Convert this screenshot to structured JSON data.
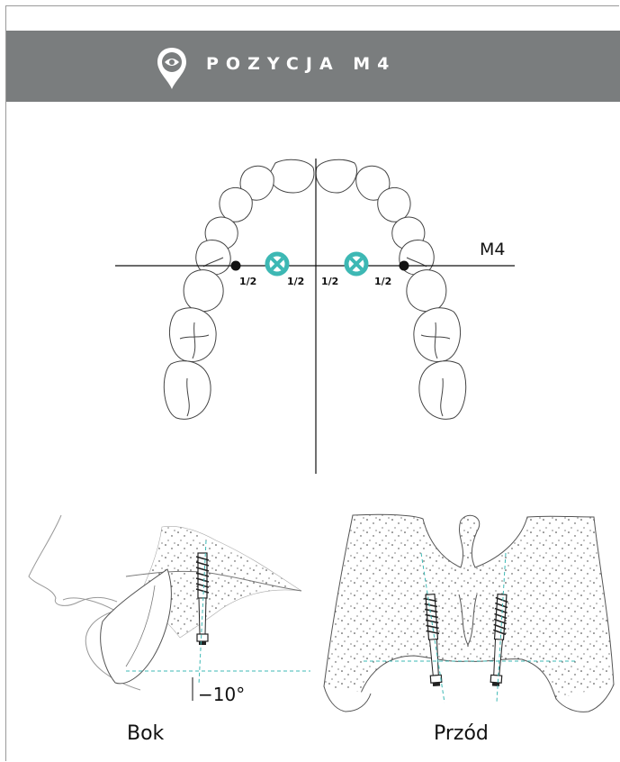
{
  "header": {
    "title": "POZYCJA M4",
    "icon": "map-pin-eye-icon",
    "background": "#7a7d7e"
  },
  "arch_diagram": {
    "line_label": "M4",
    "fractions": [
      "1/2",
      "1/2",
      "1/2",
      "1/2"
    ],
    "marker_color": "#3db8b4"
  },
  "side_view": {
    "angle_label": "−10°",
    "caption": "Bok"
  },
  "front_view": {
    "caption": "Przód"
  }
}
